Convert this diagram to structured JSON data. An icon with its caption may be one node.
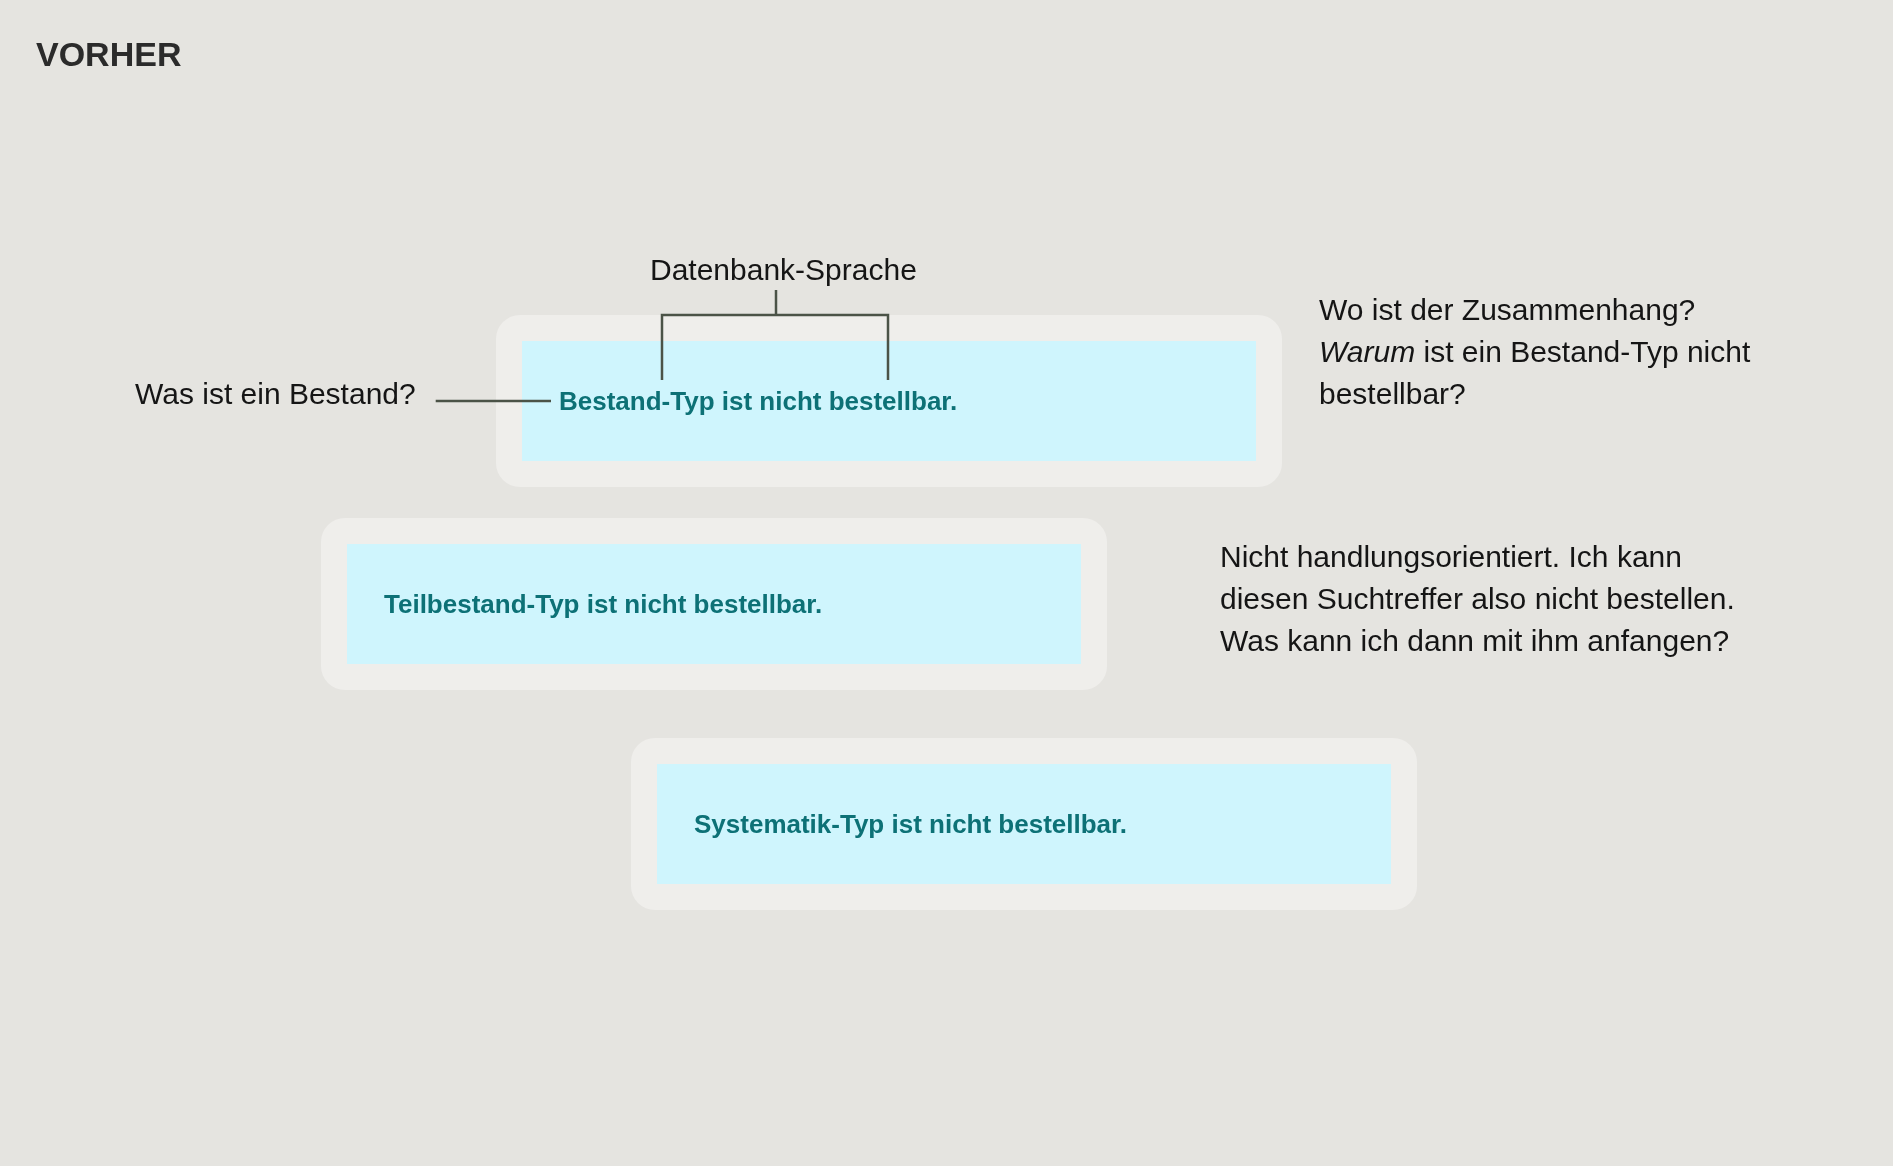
{
  "diagram": {
    "title": "VORHER",
    "nodes": [
      {
        "text": [
          "Was ist ein Bestand?"
        ]
      },
      {
        "text": [
          "Bestand-Typ ist nicht bestellbar."
        ]
      },
      {
        "text": [
          "Teilbestand-Typ ist nicht bestellbar."
        ]
      },
      {
        "text": [
          "Systematik-Typ ist nicht bestellbar."
        ]
      }
    ],
    "edges": [
      {
        "from": 0,
        "to": 1,
        "arrow": "none"
      }
    ],
    "labels": [
      "Datenbank-Sprache",
      "Wo ist der Zusammenhang?",
      "*Warum* ist ein Bestand-Typ nicht bestellbar?",
      "Nicht handlungsorientiert. Ich kann diesen Suchtreffer also nicht bestellen. Was kann ich dann mit ihm anfangen?"
    ]
  }
}
